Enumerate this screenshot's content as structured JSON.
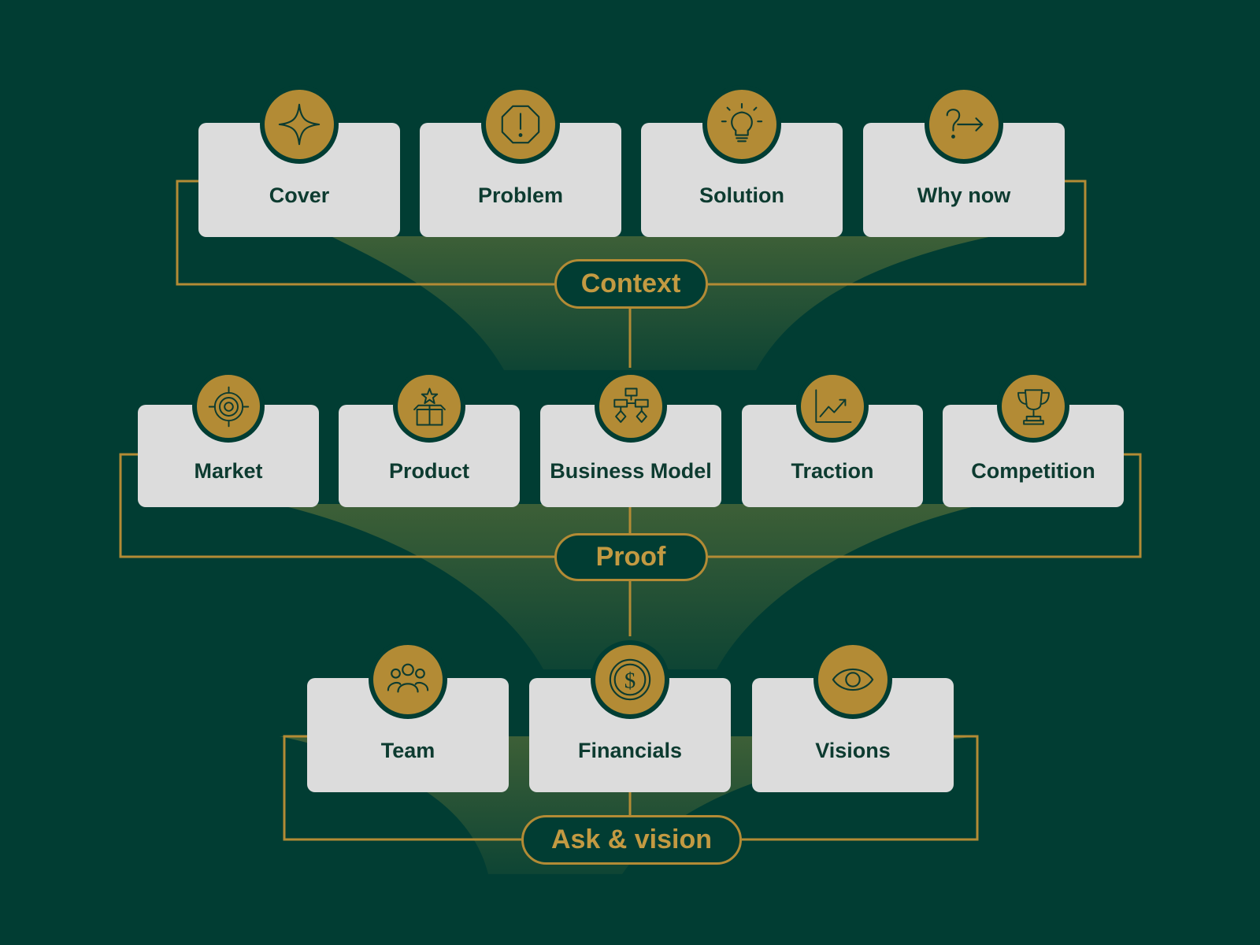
{
  "colors": {
    "background": "#013d33",
    "gold": "#b38b35",
    "card": "#dcdcdc",
    "card_text": "#0d3b30"
  },
  "groups": [
    {
      "label": "Context",
      "cards": [
        {
          "label": "Cover",
          "icon": "sparkle-icon"
        },
        {
          "label": "Problem",
          "icon": "warning-octagon-icon"
        },
        {
          "label": "Solution",
          "icon": "lightbulb-icon"
        },
        {
          "label": "Why now",
          "icon": "question-arrow-icon"
        }
      ]
    },
    {
      "label": "Proof",
      "cards": [
        {
          "label": "Market",
          "icon": "target-icon"
        },
        {
          "label": "Product",
          "icon": "box-star-icon"
        },
        {
          "label": "Business Model",
          "icon": "flowchart-icon"
        },
        {
          "label": "Traction",
          "icon": "chart-up-icon"
        },
        {
          "label": "Competition",
          "icon": "trophy-icon"
        }
      ]
    },
    {
      "label": "Ask & vision",
      "cards": [
        {
          "label": "Team",
          "icon": "team-icon"
        },
        {
          "label": "Financials",
          "icon": "dollar-coin-icon"
        },
        {
          "label": "Visions",
          "icon": "eye-icon"
        }
      ]
    }
  ]
}
